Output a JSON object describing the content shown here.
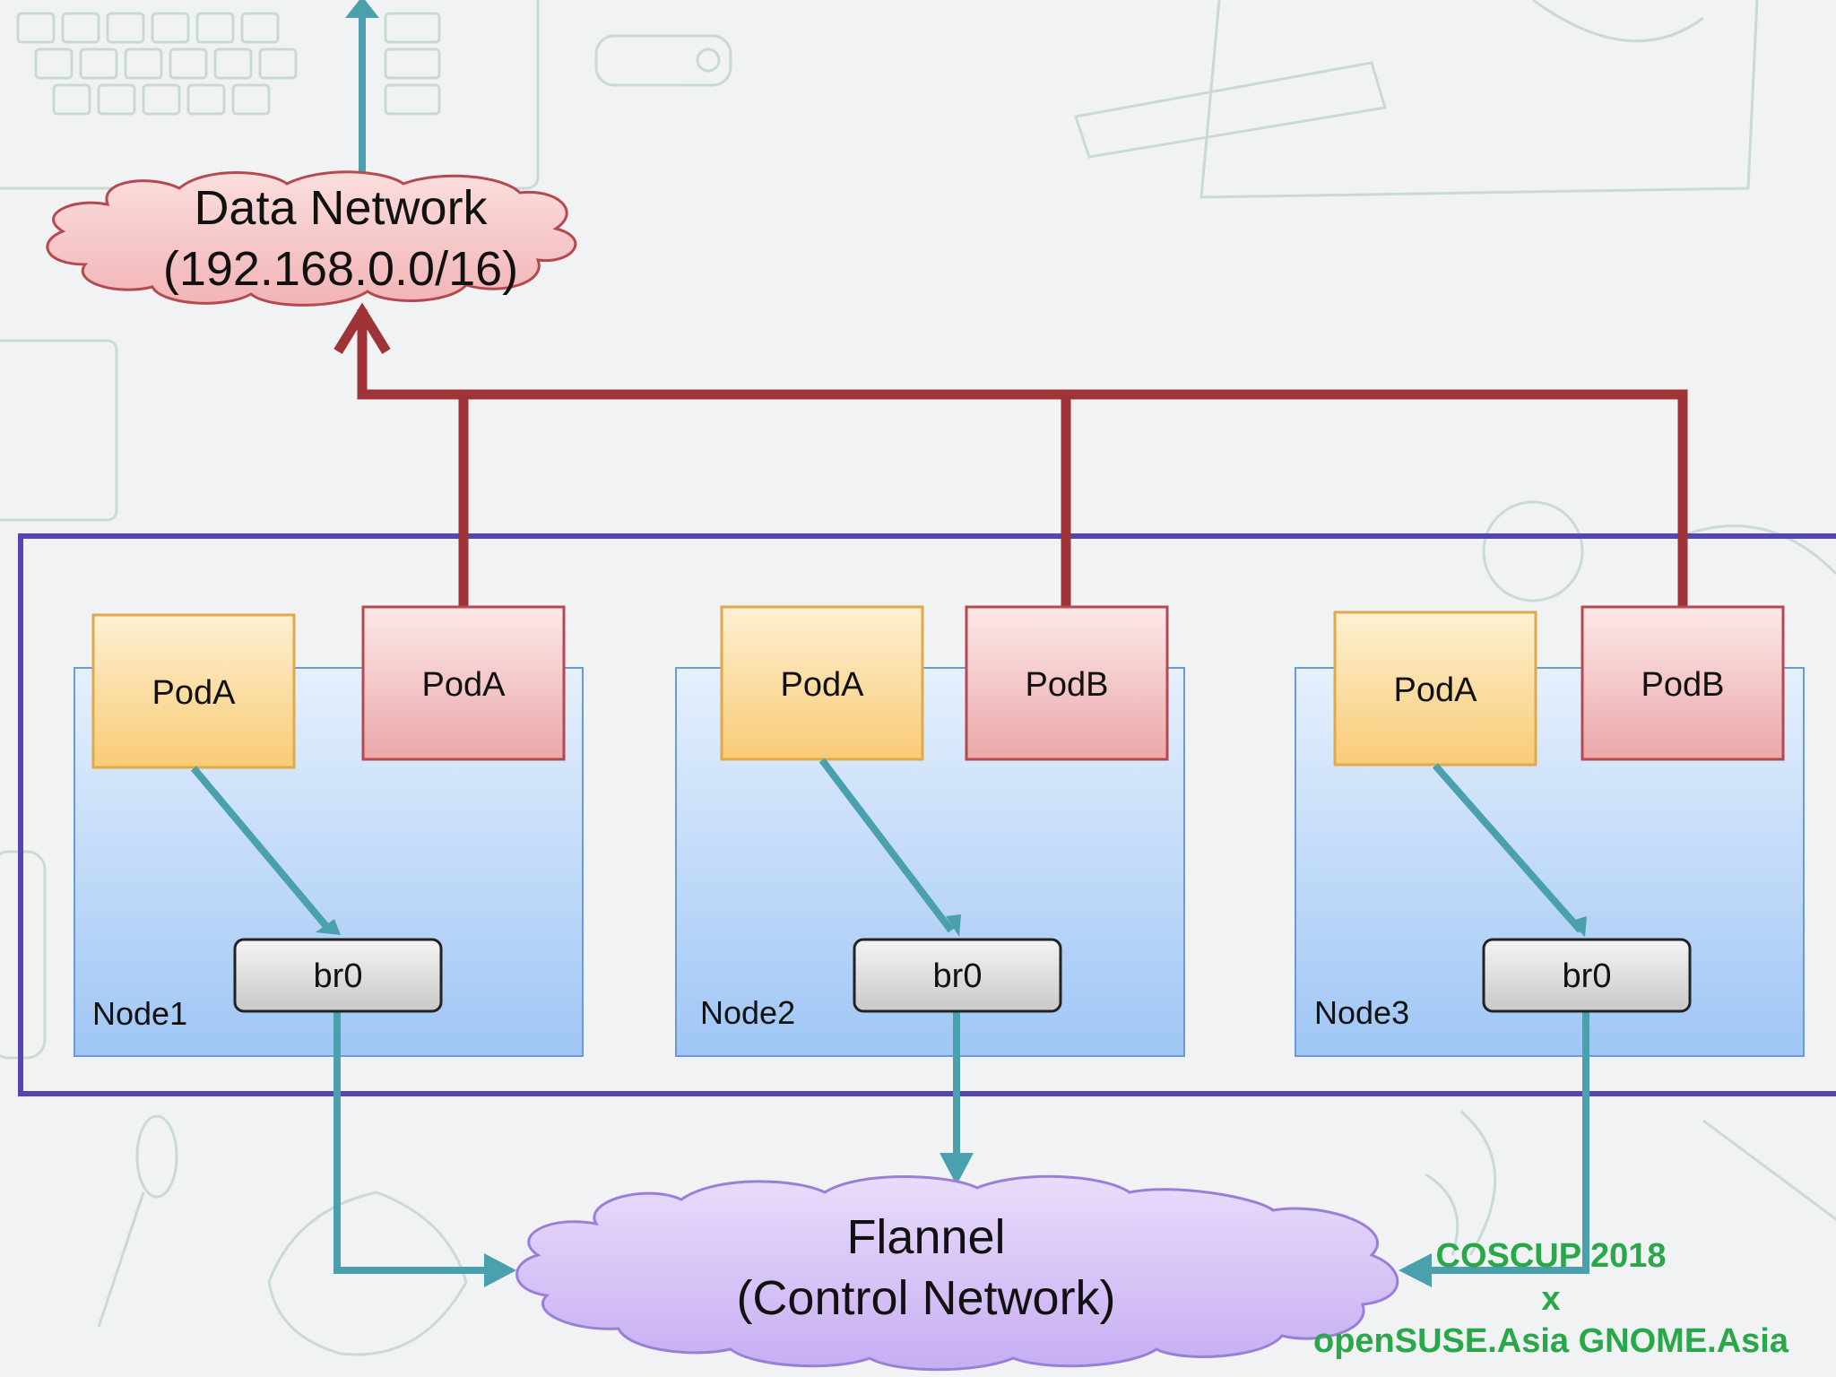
{
  "data_network": {
    "line1": "Data Network",
    "line2": "(192.168.0.0/16)"
  },
  "flannel": {
    "line1": "Flannel",
    "line2": "(Control Network)"
  },
  "nodes": [
    {
      "name": "Node1",
      "pods": [
        "PodA",
        "PodA"
      ],
      "bridge": "br0"
    },
    {
      "name": "Node2",
      "pods": [
        "PodA",
        "PodB"
      ],
      "bridge": "br0"
    },
    {
      "name": "Node3",
      "pods": [
        "PodA",
        "PodB"
      ],
      "bridge": "br0"
    }
  ],
  "watermark": {
    "line1": "COSCUP 2018",
    "line2": "x",
    "line3": "openSUSE.Asia GNOME.Asia"
  },
  "colors": {
    "data_line": "#9e3437",
    "control_line": "#4aa0ac",
    "cluster_border": "#5545b3",
    "watermark": "#29a84a"
  }
}
